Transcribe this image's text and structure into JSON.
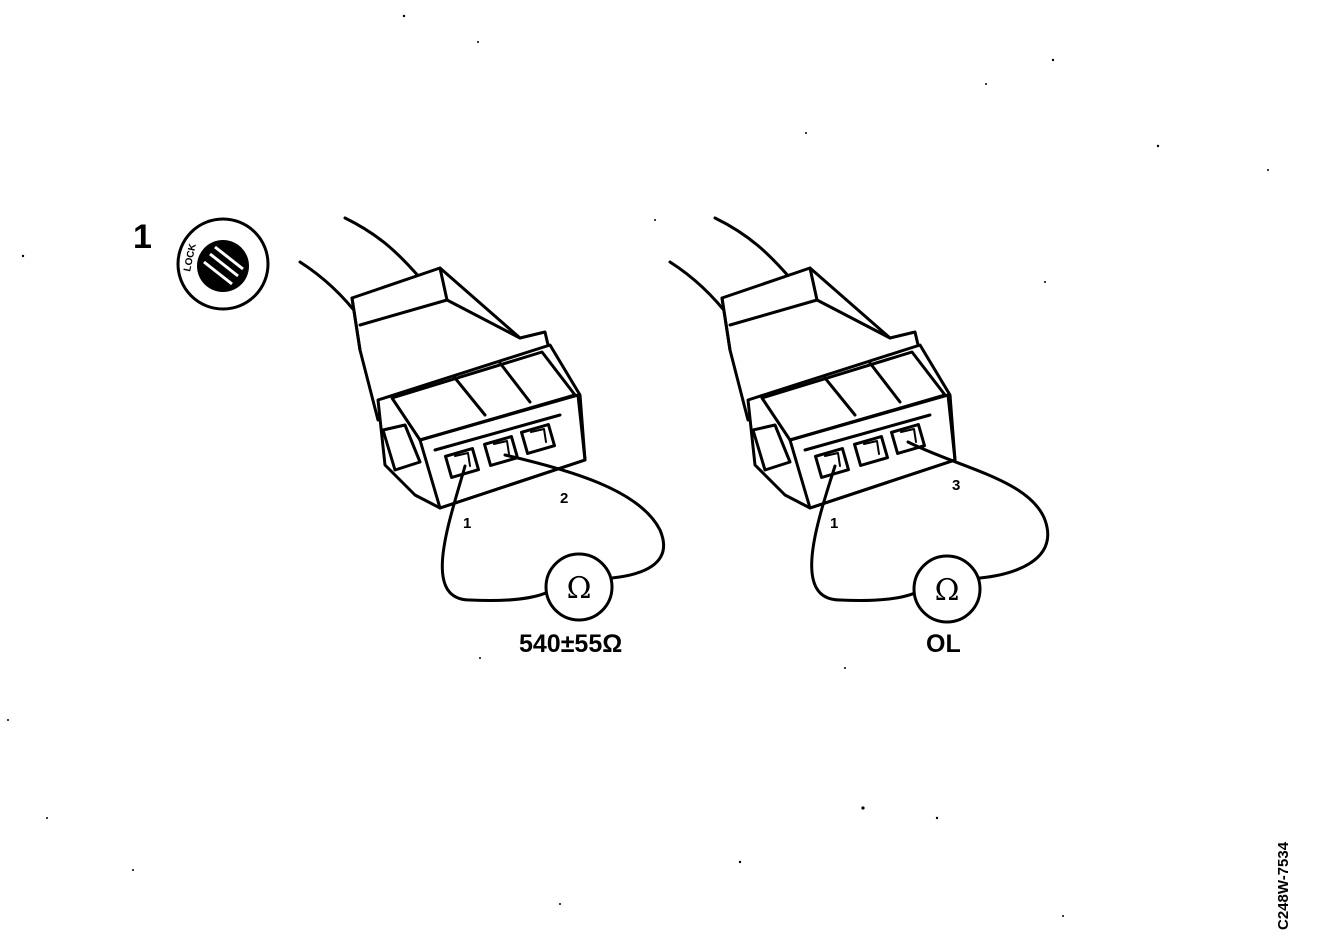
{
  "step": {
    "number": "1",
    "ignition_label": "LOCK"
  },
  "measurements": [
    {
      "meter_symbol": "Ω",
      "pin_a": "1",
      "pin_b": "2",
      "reading": "540±55Ω"
    },
    {
      "meter_symbol": "Ω",
      "pin_a": "1",
      "pin_b": "3",
      "reading": "OL"
    }
  ],
  "figure_code": "C248W-7534"
}
